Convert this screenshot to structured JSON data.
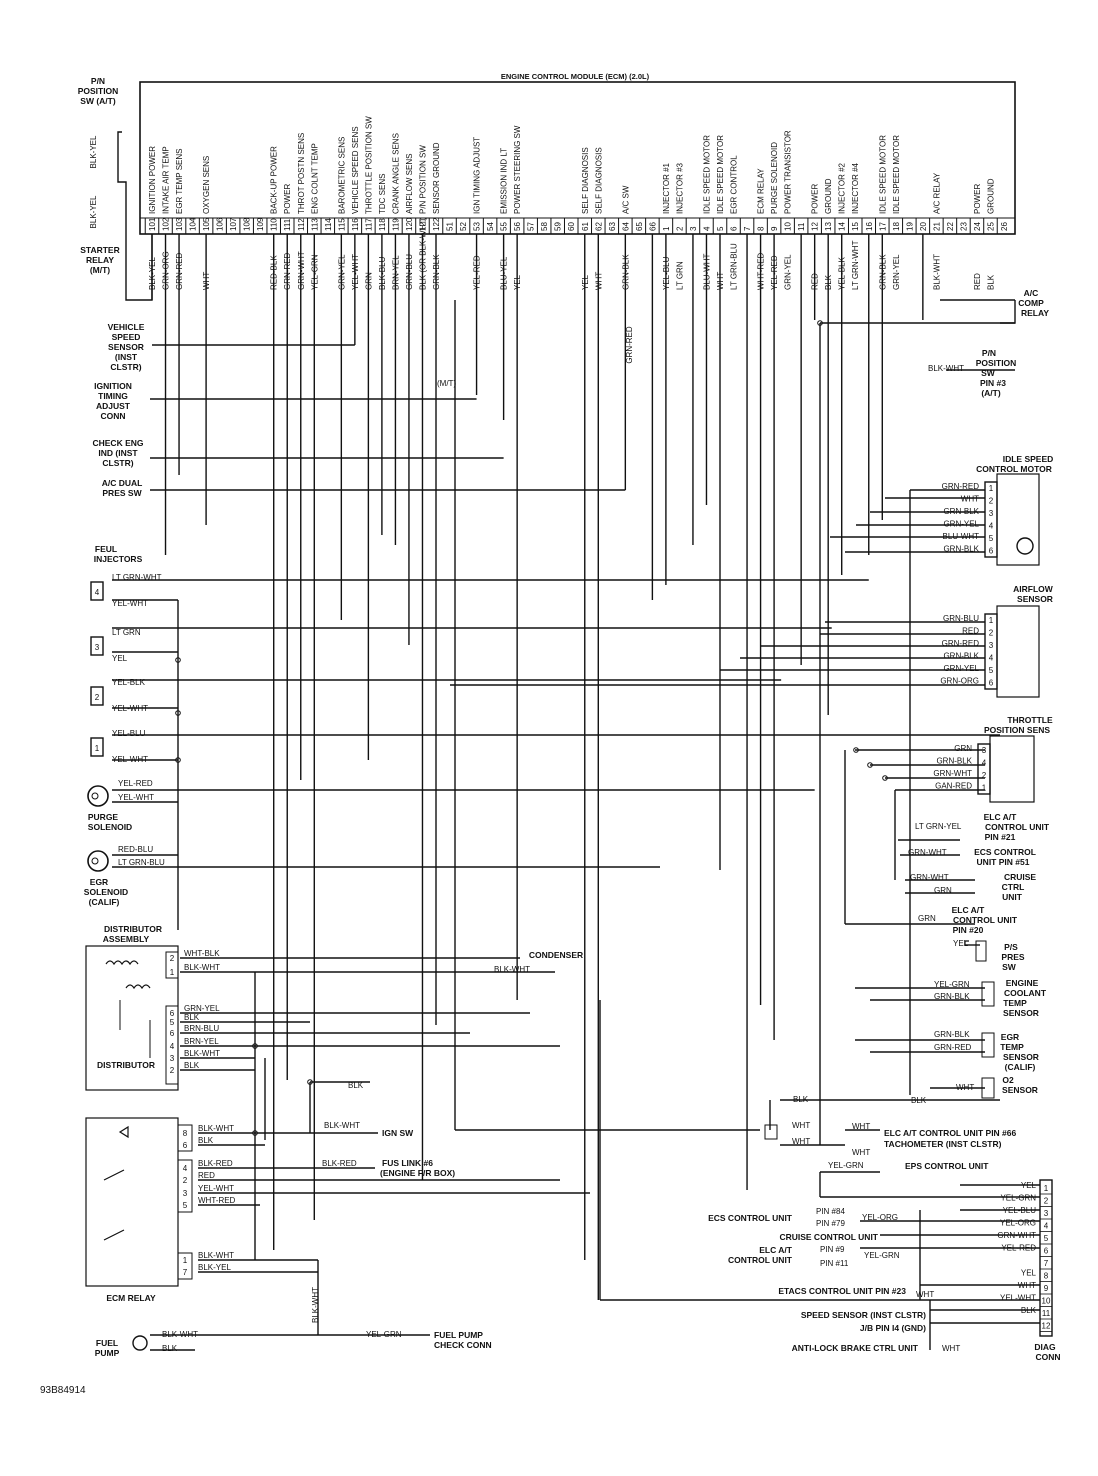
{
  "ecm": {
    "title": "ENGINE CONTROL MODULE (ECM) (2.0L)",
    "pins": [
      {
        "num": "101",
        "func": "IGNITION POWER",
        "wire": "BLK-YEL"
      },
      {
        "num": "102",
        "func": "INTAKE AIR TEMP",
        "wire": "GRN-ORG"
      },
      {
        "num": "103",
        "func": "EGR TEMP SENS",
        "wire": "GRN-RED"
      },
      {
        "num": "104",
        "func": "",
        "wire": ""
      },
      {
        "num": "105",
        "func": "OXYGEN SENS",
        "wire": "WHT"
      },
      {
        "num": "106",
        "func": "",
        "wire": ""
      },
      {
        "num": "107",
        "func": "",
        "wire": ""
      },
      {
        "num": "108",
        "func": "",
        "wire": ""
      },
      {
        "num": "109",
        "func": "",
        "wire": ""
      },
      {
        "num": "110",
        "func": "BACK-UP POWER",
        "wire": "RED-BLK"
      },
      {
        "num": "111",
        "func": "POWER",
        "wire": "GRN-RED"
      },
      {
        "num": "112",
        "func": "THROT POSTN SENS",
        "wire": "GRN-WHT"
      },
      {
        "num": "113",
        "func": "ENG COLNT TEMP",
        "wire": "YEL-GRN"
      },
      {
        "num": "114",
        "func": "",
        "wire": ""
      },
      {
        "num": "115",
        "func": "BAROMETRIC SENS",
        "wire": "GRN-YEL"
      },
      {
        "num": "116",
        "func": "VEHICLE SPEED SENS",
        "wire": "YEL-WHT"
      },
      {
        "num": "117",
        "func": "THROTTLE POSITION SW",
        "wire": "GRN"
      },
      {
        "num": "118",
        "func": "TDC SENS",
        "wire": "BLK-BLU"
      },
      {
        "num": "119",
        "func": "CRANK ANGLE SENS",
        "wire": "BRN-YEL"
      },
      {
        "num": "120",
        "func": "AIRFLOW SENS",
        "wire": "GRN-BLU"
      },
      {
        "num": "121",
        "func": "P/N POSITION SW",
        "wire": "BLK (OR BLK-WHT)"
      },
      {
        "num": "122",
        "func": "SENSOR GROUND",
        "wire": "GRN-BLK"
      },
      {
        "num": "51",
        "func": "",
        "wire": ""
      },
      {
        "num": "52",
        "func": "",
        "wire": ""
      },
      {
        "num": "53",
        "func": "IGN TIMING ADJUST",
        "wire": "YEL-RED"
      },
      {
        "num": "54",
        "func": "",
        "wire": ""
      },
      {
        "num": "55",
        "func": "EMISSION IND LT",
        "wire": "BLU-YEL"
      },
      {
        "num": "56",
        "func": "POWER STEERING SW",
        "wire": "YEL"
      },
      {
        "num": "57",
        "func": "",
        "wire": ""
      },
      {
        "num": "58",
        "func": "",
        "wire": ""
      },
      {
        "num": "59",
        "func": "",
        "wire": ""
      },
      {
        "num": "60",
        "func": "",
        "wire": ""
      },
      {
        "num": "61",
        "func": "SELF DIAGNOSIS",
        "wire": "YEL"
      },
      {
        "num": "62",
        "func": "SELF DIAGNOSIS",
        "wire": "WHT"
      },
      {
        "num": "63",
        "func": "",
        "wire": ""
      },
      {
        "num": "64",
        "func": "A/C SW",
        "wire": "GRN-BLK"
      },
      {
        "num": "65",
        "func": "",
        "wire": ""
      },
      {
        "num": "66",
        "func": "",
        "wire": ""
      },
      {
        "num": "1",
        "func": "INJECTOR #1",
        "wire": "YEL-BLU"
      },
      {
        "num": "2",
        "func": "INJECTOR #3",
        "wire": "LT GRN"
      },
      {
        "num": "3",
        "func": "",
        "wire": ""
      },
      {
        "num": "4",
        "func": "IDLE SPEED MOTOR",
        "wire": "BLU-WHT"
      },
      {
        "num": "5",
        "func": "IDLE SPEED MOTOR",
        "wire": "WHT"
      },
      {
        "num": "6",
        "func": "EGR CONTROL",
        "wire": "LT GRN-BLU"
      },
      {
        "num": "7",
        "func": "",
        "wire": ""
      },
      {
        "num": "8",
        "func": "ECM RELAY",
        "wire": "WHT-RED"
      },
      {
        "num": "9",
        "func": "PURGE SOLENOID",
        "wire": "YEL-RED"
      },
      {
        "num": "10",
        "func": "POWER TRANSISTOR",
        "wire": "GRN-YEL"
      },
      {
        "num": "11",
        "func": "",
        "wire": ""
      },
      {
        "num": "12",
        "func": "POWER",
        "wire": "RED"
      },
      {
        "num": "13",
        "func": "GROUND",
        "wire": "BLK"
      },
      {
        "num": "14",
        "func": "INJECTOR #2",
        "wire": "YEL-BLK"
      },
      {
        "num": "15",
        "func": "INJECTOR #4",
        "wire": "LT GRN-WHT"
      },
      {
        "num": "16",
        "func": "",
        "wire": ""
      },
      {
        "num": "17",
        "func": "IDLE SPEED MOTOR",
        "wire": "GRN-BLK"
      },
      {
        "num": "18",
        "func": "IDLE SPEED MOTOR",
        "wire": "GRN-YEL"
      },
      {
        "num": "19",
        "func": "",
        "wire": ""
      },
      {
        "num": "20",
        "func": "",
        "wire": ""
      },
      {
        "num": "21",
        "func": "A/C RELAY",
        "wire": "BLK-WHT"
      },
      {
        "num": "22",
        "func": "",
        "wire": ""
      },
      {
        "num": "23",
        "func": "",
        "wire": ""
      },
      {
        "num": "24",
        "func": "POWER",
        "wire": "RED"
      },
      {
        "num": "25",
        "func": "GROUND",
        "wire": "BLK"
      },
      {
        "num": "26",
        "func": "",
        "wire": ""
      }
    ]
  },
  "left_labels": {
    "pn_top": [
      "P/N",
      "POSITION",
      "SW (A/T)"
    ],
    "blk_yel_1": "BLK-YEL",
    "blk_yel_2": "BLK-YEL",
    "starter_relay": [
      "STARTER",
      "RELAY",
      "(M/T)"
    ],
    "vss": [
      "VEHICLE",
      "SPEED",
      "SENSOR",
      "(INST",
      "CLSTR)"
    ],
    "ign_timing": [
      "IGNITION",
      "TIMING",
      "ADJUST",
      "CONN"
    ],
    "check_eng": [
      "CHECK ENG",
      "IND (INST",
      "CLSTR)"
    ],
    "ac_dual": [
      "A/C DUAL",
      "PRES SW"
    ],
    "injectors_title": [
      "FEUL",
      "INJECTORS"
    ],
    "purge": [
      "PURGE",
      "SOLENOID"
    ],
    "egr": [
      "EGR",
      "SOLENOID",
      "(CALIF)"
    ],
    "distributor_assembly": [
      "DISTRIBUTOR",
      "ASSEMBLY"
    ],
    "distributor": "DISTRIBUTOR",
    "ecm_relay": "ECM RELAY",
    "fuel_pump": [
      "FUEL",
      "PUMP"
    ],
    "figure_id": "93B84914",
    "mt": "(M/T)"
  },
  "injector_rows": [
    {
      "num": "4",
      "wire_top": "LT GRN-WHT",
      "wire_bot": "YEL-WHT"
    },
    {
      "num": "3",
      "wire_top": "LT GRN",
      "wire_bot": "YEL"
    },
    {
      "num": "2",
      "wire_top": "YEL-BLK",
      "wire_bot": "YEL-WHT"
    },
    {
      "num": "1",
      "wire_top": "YEL-BLU",
      "wire_bot": "YEL-WHT"
    }
  ],
  "purge_wires": [
    "YEL-RED",
    "YEL-WHT"
  ],
  "egr_wires": [
    "RED-BLU",
    "LT GRN-BLU"
  ],
  "distributor_pins": [
    {
      "num": "2",
      "wire": "WHT-BLK"
    },
    {
      "num": "1",
      "wire": "BLK-WHT"
    },
    {
      "num": "6",
      "wire": "GRN-YEL"
    },
    {
      "num": "5",
      "wire": "BLK"
    },
    {
      "num": "6",
      "wire": "BRN-BLU"
    },
    {
      "num": "4",
      "wire": "BRN-YEL"
    },
    {
      "num": "3",
      "wire": "BLK-WHT"
    },
    {
      "num": "2",
      "wire": "BLK"
    }
  ],
  "relay_pins": [
    {
      "num": "8",
      "wire": "BLK-WHT"
    },
    {
      "num": "6",
      "wire": "BLK"
    },
    {
      "num": "4",
      "wire": "BLK-RED"
    },
    {
      "num": "2",
      "wire": "RED"
    },
    {
      "num": "3",
      "wire": "YEL-WHT"
    },
    {
      "num": "5",
      "wire": "WHT-RED"
    },
    {
      "num": "1",
      "wire": "BLK-WHT"
    },
    {
      "num": "7",
      "wire": "BLK-YEL"
    }
  ],
  "center_labels": {
    "condenser": "CONDENSER",
    "condenser_wire": "BLK-WHT",
    "blk_gnd": "BLK",
    "ign_sw_wire": "BLK-WHT",
    "ign_sw": "IGN SW",
    "fus_wire": "BLK-RED",
    "fus_link": [
      "FUS LINK #6",
      "(ENGINE F/R BOX)"
    ],
    "blk_wht_vert": "BLK-WHT",
    "fuel_pump_wire1": "BLK-WHT",
    "fuel_pump_wire2": "BLK",
    "fp_check_wire": "YEL-GRN",
    "fp_check": [
      "FUEL PUMP",
      "CHECK CONN"
    ],
    "grn_red_vert": "GRN-RED"
  },
  "right_labels": {
    "ac_comp_relay": [
      "A/C",
      "COMP",
      "RELAY"
    ],
    "pn_right": [
      "P/N",
      "POSITION",
      "SW",
      "PIN #3",
      "(A/T)"
    ],
    "pn_right_wire": "BLK-WHT",
    "isc_title": [
      "IDLE SPEED",
      "CONTROL MOTOR"
    ],
    "isc_pins": [
      {
        "num": "1",
        "wire": "GRN-RED"
      },
      {
        "num": "2",
        "wire": "WHT"
      },
      {
        "num": "3",
        "wire": "GRN-BLK"
      },
      {
        "num": "4",
        "wire": "GRN-YEL"
      },
      {
        "num": "5",
        "wire": "BLU-WHT"
      },
      {
        "num": "6",
        "wire": "GRN-BLK"
      }
    ],
    "airflow_title": [
      "AIRFLOW",
      "SENSOR"
    ],
    "airflow_pins": [
      {
        "num": "1",
        "wire": "GRN-BLU"
      },
      {
        "num": "2",
        "wire": "RED"
      },
      {
        "num": "3",
        "wire": "GRN-RED"
      },
      {
        "num": "4",
        "wire": "GRN-BLK"
      },
      {
        "num": "5",
        "wire": "GRN-YEL"
      },
      {
        "num": "6",
        "wire": "GRN-ORG"
      }
    ],
    "tps_title": [
      "THROTTLE",
      "POSITION SENS"
    ],
    "tps_pins": [
      {
        "num": "3",
        "wire": "GRN"
      },
      {
        "num": "4",
        "wire": "GRN-BLK"
      },
      {
        "num": "2",
        "wire": "GRN-WHT"
      },
      {
        "num": "1",
        "wire": "GAN-RED"
      }
    ],
    "elc_at_21": [
      "ELC A/T",
      "CONTROL UNIT",
      "PIN #21"
    ],
    "elc_at_21_wire": "LT GRN-YEL",
    "ecs_51": [
      "ECS CONTROL",
      "UNIT PIN #51"
    ],
    "ecs_51_wire": "GRN-WHT",
    "cruise_wires": [
      "GRN-WHT",
      "GRN"
    ],
    "cruise": [
      "CRUISE",
      "CTRL",
      "UNIT"
    ],
    "elc_at_20": [
      "ELC A/T",
      "CONTROL UNIT",
      "PIN #20"
    ],
    "elc_at_20_wire": "GRN",
    "ps_pres_wire": "YEL",
    "ps_pres": [
      "P/S",
      "PRES",
      "SW"
    ],
    "ect_wires": [
      "YEL-GRN",
      "GRN-BLK"
    ],
    "ect": [
      "ENGINE",
      "COOLANT",
      "TEMP",
      "SENSOR"
    ],
    "egr_temp_wires": [
      "GRN-BLK",
      "GRN-RED"
    ],
    "egr_temp": [
      "EGR",
      "TEMP",
      "SENSOR",
      "(CALIF)"
    ],
    "o2_wire": "WHT",
    "o2": [
      "O2",
      "SENSOR"
    ],
    "blk_a": "BLK",
    "blk_b": "BLK",
    "elc_66": "ELC A/T CONTROL UNIT PIN #66",
    "tach": "TACHOMETER (INST CLSTR)",
    "eps": "EPS CONTROL UNIT",
    "wht_labels": [
      "WHT",
      "WHT",
      "WHT",
      "WHT"
    ],
    "eps_wire": "YEL-GRN"
  },
  "diag": {
    "title": [
      "DIAG",
      "CONN"
    ],
    "pins": [
      {
        "num": "1",
        "wire": "YEL"
      },
      {
        "num": "2",
        "wire": "YEL-GRN"
      },
      {
        "num": "3",
        "wire": "YEL-BLU"
      },
      {
        "num": "4",
        "wire": "YEL-ORG"
      },
      {
        "num": "5",
        "wire": "GRN-WHT"
      },
      {
        "num": "6",
        "wire": "YEL-RED"
      },
      {
        "num": "7",
        "wire": ""
      },
      {
        "num": "8",
        "wire": "YEL"
      },
      {
        "num": "9",
        "wire": "WHT"
      },
      {
        "num": "10",
        "wire": "YEL-WHT"
      },
      {
        "num": "11",
        "wire": "BLK"
      },
      {
        "num": "12",
        "wire": ""
      }
    ],
    "ecs": "ECS CONTROL UNIT",
    "ecs_pins": [
      "PIN #84",
      "PIN #79"
    ],
    "ecs_wire": "YEL-ORG",
    "cruise": "CRUISE CONTROL UNIT",
    "elc": [
      "ELC A/T",
      "CONTROL UNIT"
    ],
    "elc_pins": [
      "PIN #9",
      "PIN #11"
    ],
    "elc_wire": "YEL-GRN",
    "etacs": "ETACS CONTROL UNIT PIN #23",
    "etacs_wire": "WHT",
    "speed": "SPEED SENSOR (INST CLSTR)",
    "jb": "J/B PIN I4 (GND)",
    "abs": "ANTI-LOCK BRAKE CTRL UNIT",
    "abs_wire": "WHT"
  }
}
